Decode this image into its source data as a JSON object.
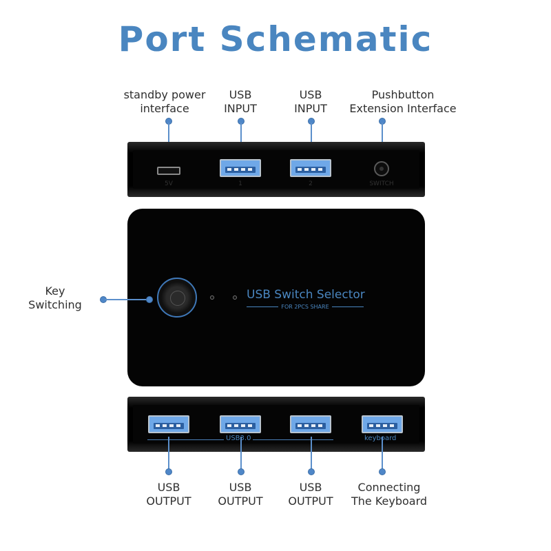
{
  "title": "Port Schematic",
  "accent_color": "#4a86c0",
  "device": {
    "top_panel": {
      "labels": {
        "standby": [
          "standby power",
          "interface"
        ],
        "usb_input_1": [
          "USB",
          "INPUT"
        ],
        "usb_input_2": [
          "USB",
          "INPUT"
        ],
        "pushbutton": [
          "Pushbutton",
          "Extension Interface"
        ]
      },
      "silkscreen": {
        "power": "5V",
        "port1": "1",
        "port2": "2",
        "switch": "SWITCH"
      }
    },
    "body": {
      "key_label": [
        "Key",
        "Switching"
      ],
      "brand": "USB Switch Selector",
      "brand_sub": "FOR 2PCS SHARE"
    },
    "bottom_panel": {
      "bus_label": "USB3.0",
      "keyboard_label": "keyboard",
      "labels": {
        "out1": [
          "USB",
          "OUTPUT"
        ],
        "out2": [
          "USB",
          "OUTPUT"
        ],
        "out3": [
          "USB",
          "OUTPUT"
        ],
        "keyboard": [
          "Connecting",
          "The Keyboard"
        ]
      }
    }
  }
}
